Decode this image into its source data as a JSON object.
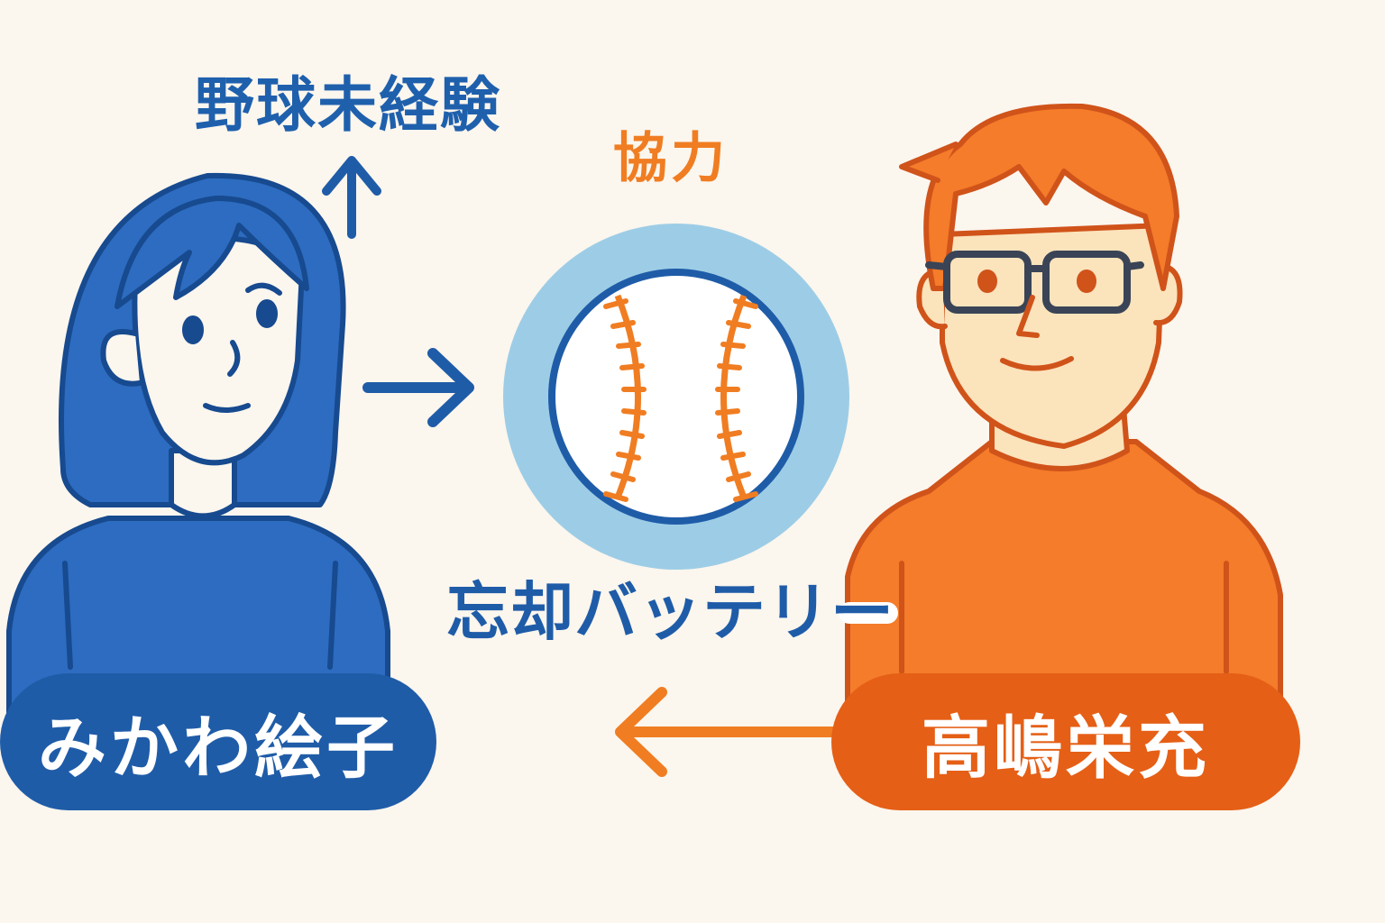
{
  "labels": {
    "inexperienced": "野球未経験",
    "cooperation": "協力",
    "title": "忘却バッテリー"
  },
  "characters": [
    {
      "name": "みかわ絵子",
      "color": "#1f5ca8"
    },
    {
      "name": "高嶋栄充",
      "color": "#e55f16"
    }
  ],
  "colors": {
    "background": "#fbf6ee",
    "blue": "#1f5ca8",
    "orange": "#f07d22",
    "ring": "#9dcde6",
    "skin": "#fbe3bc"
  },
  "icons": [
    "woman-icon",
    "man-icon",
    "baseball-icon",
    "arrow-up-icon",
    "arrow-right-icon",
    "arrow-left-icon"
  ]
}
